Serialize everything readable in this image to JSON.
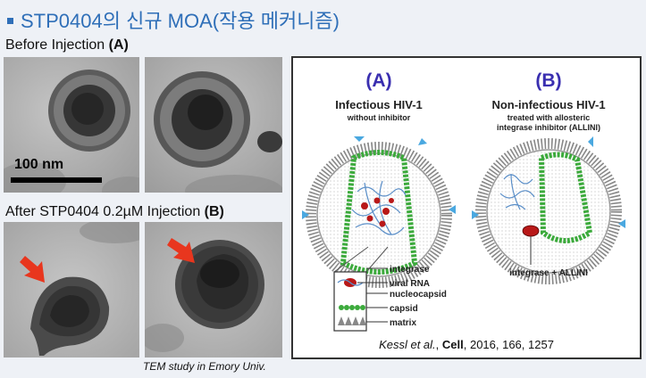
{
  "title": "STP0404의 신규 MOA(작용 메커니즘)",
  "before_label": "Before Injection",
  "before_tag": "(A)",
  "after_label": "After STP0404 0.2µM Injection",
  "after_tag": "(B)",
  "scale_bar": "100 nm",
  "caption": "TEM study in Emory Univ.",
  "figure": {
    "panel_a_tag": "(A)",
    "panel_a_title": "Infectious HIV-1",
    "panel_a_sub": "without inhibitor",
    "panel_b_tag": "(B)",
    "panel_b_title": "Non-infectious HIV-1",
    "panel_b_sub1": "treated with allosteric",
    "panel_b_sub2": "integrase inhibitor  (ALLINI)",
    "legend": {
      "integrase": "integrase",
      "viral_rna": "viral RNA",
      "nucleocapsid": "nucleocapsid",
      "capsid": "capsid",
      "matrix": "matrix"
    },
    "integrase_allini": "integrase + ALLINI",
    "citation_author": "Kessl",
    "citation_etal": " et al.",
    "citation_journal": "Cell",
    "citation_rest": ", 2016, 166, 1257",
    "colors": {
      "tag": "#3a2fb0",
      "capsid": "#3caa3c",
      "rna": "#5a8ec8",
      "integrase": "#b81818",
      "envelope": "#4aa8e0"
    }
  }
}
